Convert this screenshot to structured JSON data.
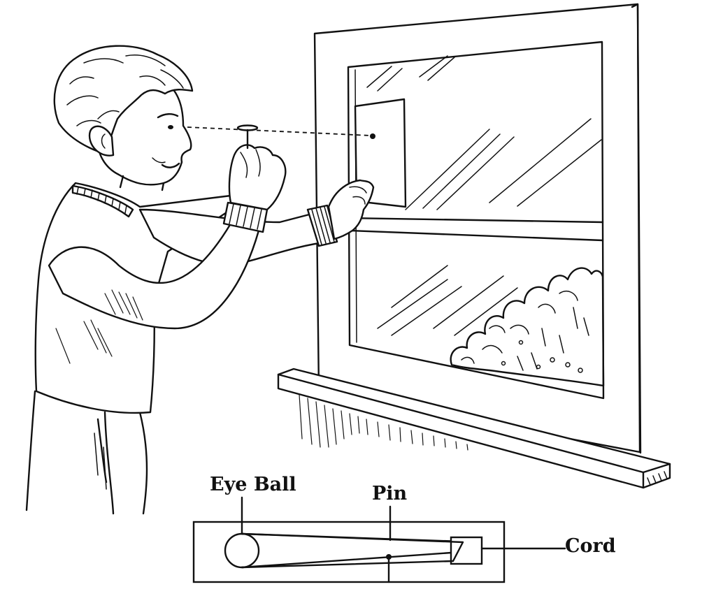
{
  "diagram": {
    "labels": {
      "eye_ball": "Eye Ball",
      "pin": "Pin",
      "cord": "Cord"
    }
  }
}
